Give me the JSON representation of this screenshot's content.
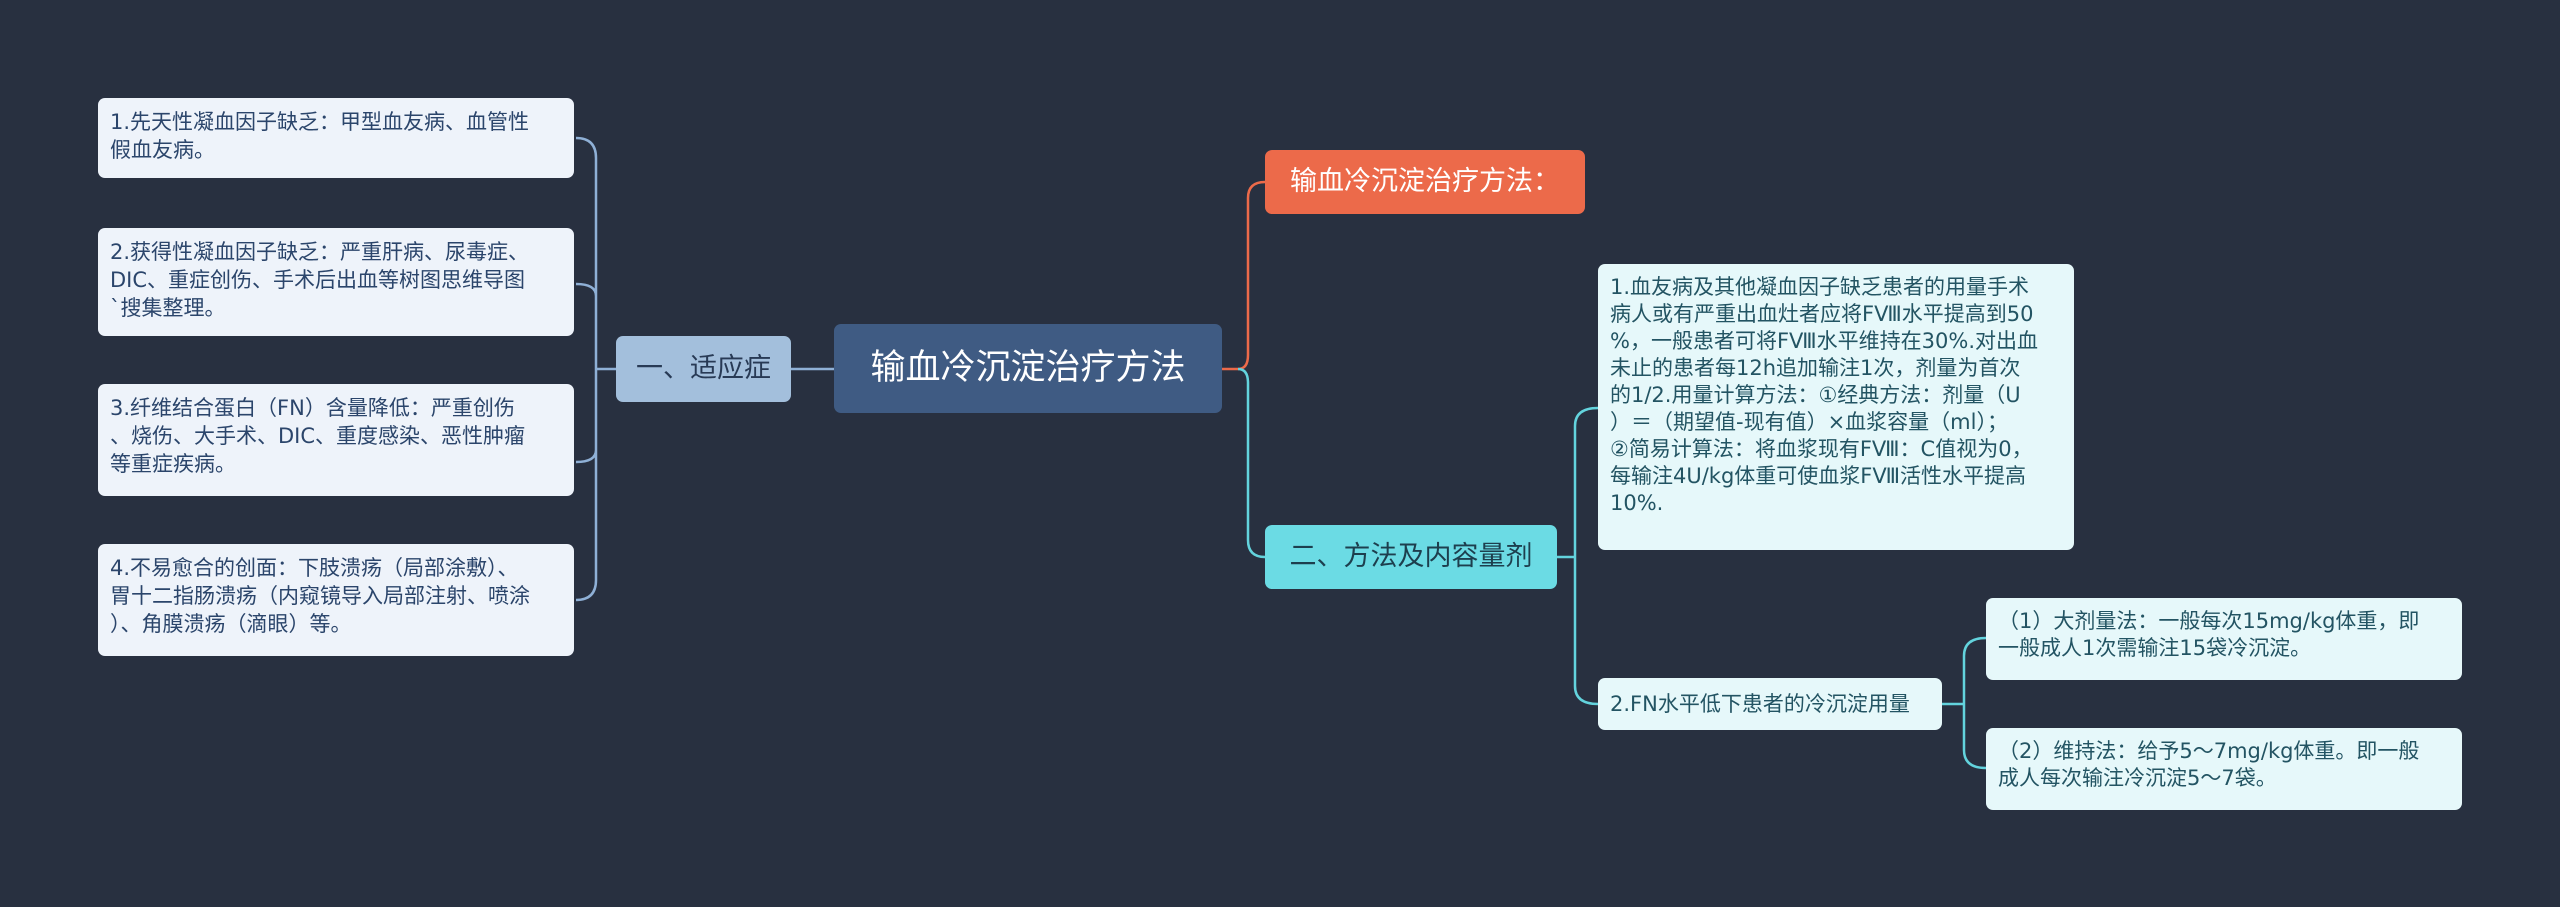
{
  "center": {
    "label": "输血冷沉淀治疗方法"
  },
  "left_branch": {
    "label": "一、适应症",
    "items": [
      {
        "text": "1.先天性凝血因子缺乏：甲型血友病、血管性\n假血友病。"
      },
      {
        "text": "2.获得性凝血因子缺乏：严重肝病、尿毒症、\nDIC、重症创伤、手术后出血等树图思维导图\n`搜集整理。"
      },
      {
        "text": "3.纤维结合蛋白（FN）含量降低：严重创伤\n、烧伤、大手术、DIC、重度感染、恶性肿瘤\n等重症疾病。"
      },
      {
        "text": "4.不易愈合的创面：下肢溃疡（局部涂敷）、\n胃十二指肠溃疡（内窥镜导入局部注射、喷涂\n）、角膜溃疡（滴眼）等。"
      }
    ]
  },
  "right_top_branch": {
    "label": "输血冷沉淀治疗方法："
  },
  "right_bottom_branch": {
    "label": "二、方法及内容量剂",
    "detail": "1.血友病及其他凝血因子缺乏患者的用量手术\n病人或有严重出血灶者应将FⅧ水平提高到50\n%，一般患者可将FⅧ水平维持在30%.对出血\n未止的患者每12h追加输注1次，剂量为首次\n的1/2.用量计算方法：①经典方法：剂量（U\n）＝（期望值-现有值）×血浆容量（ml）；\n②简易计算法：将血浆现有FⅧ：C值视为0，\n每输注4U/kg体重可使血浆FⅧ活性水平提高\n10%.",
    "fn_label": "2.FN水平低下患者的冷沉淀用量",
    "fn_items": [
      {
        "text": "（1）大剂量法：一般每次15mg/kg体重，即\n一般成人1次需输注15袋冷沉淀。"
      },
      {
        "text": "（2）维持法：给予5～7mg/kg体重。即一般\n成人每次输注冷沉淀5～7袋。"
      }
    ]
  },
  "colors": {
    "background": "#283040",
    "center": "#3f5b83",
    "left_branch": "#a3bfdc",
    "left_line": "#8fb0d6",
    "top_branch": "#ec6a4a",
    "bottom_branch": "#6bdbe4",
    "bottom_line": "#63d3dd"
  }
}
